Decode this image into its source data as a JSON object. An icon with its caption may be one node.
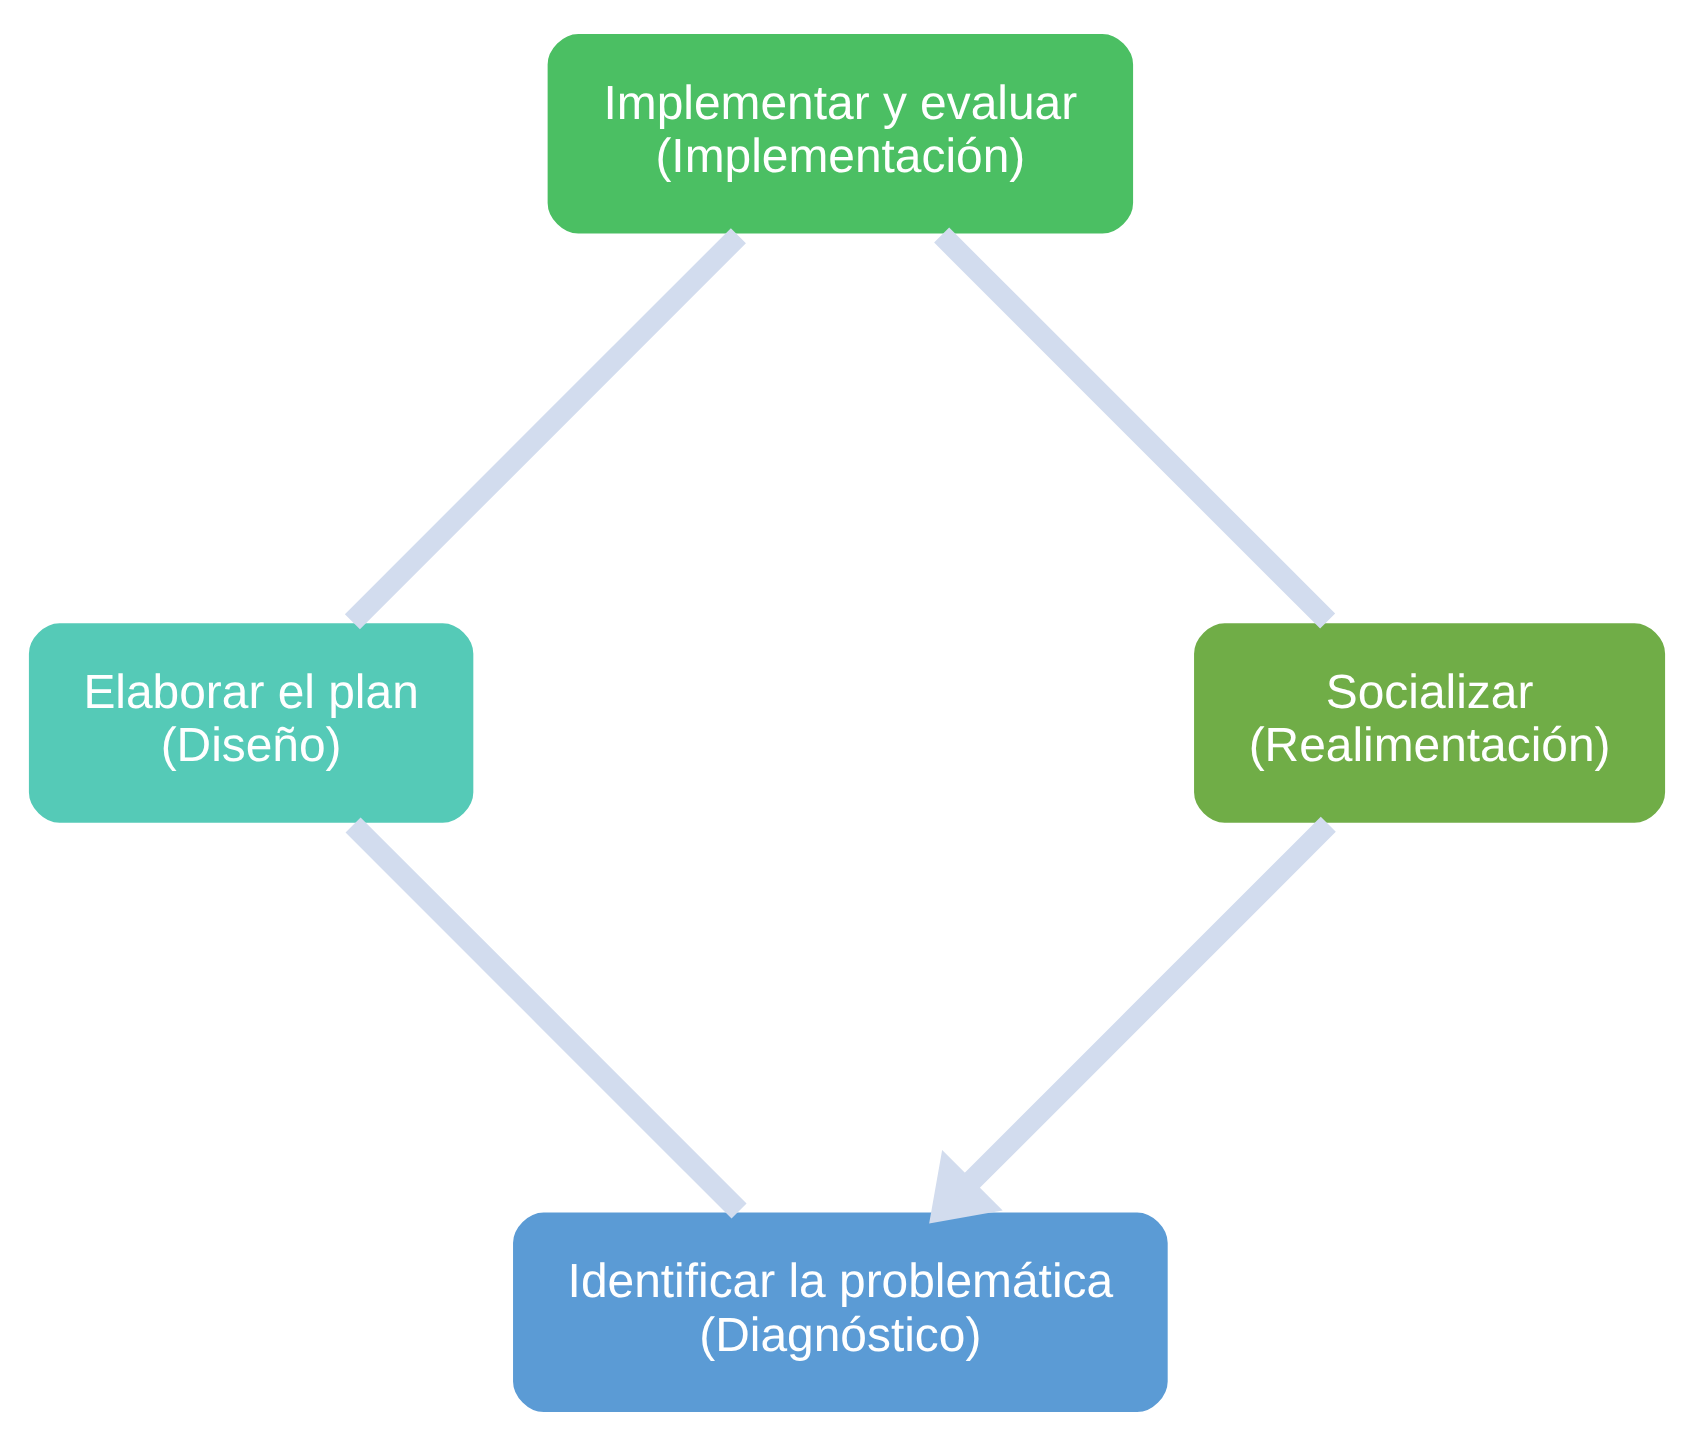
{
  "diagram": {
    "nodes": [
      {
        "text": [
          "Identificar la problemática",
          "(Diagnóstico)"
        ]
      },
      {
        "text": [
          "Elaborar el plan",
          "(Diseño)"
        ]
      },
      {
        "text": [
          "Implementar y evaluar",
          "(Implementación)"
        ]
      },
      {
        "text": [
          "Socializar",
          "(Realimentación)"
        ]
      }
    ],
    "edges": [
      {
        "from": 0,
        "to": 1,
        "arrow": "none"
      },
      {
        "from": 1,
        "to": 2,
        "arrow": "none"
      },
      {
        "from": 2,
        "to": 3,
        "arrow": "none"
      },
      {
        "from": 3,
        "to": 0,
        "arrow": "to"
      }
    ]
  }
}
